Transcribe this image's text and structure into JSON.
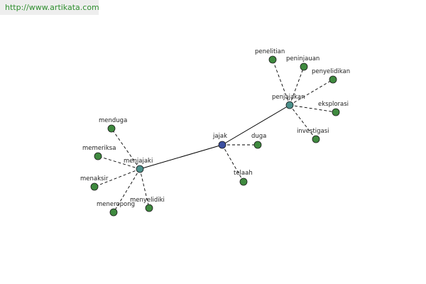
{
  "header": {
    "url": "http://www.artikata.com"
  },
  "graph": {
    "colors": {
      "root": "#3b4fa0",
      "hub": "#4a8f8a",
      "leaf": "#3f8a3f",
      "edge": "#000000",
      "url_text": "#2f8f2f"
    },
    "nodes": [
      {
        "id": "jajak",
        "label": "jajak",
        "kind": "root"
      },
      {
        "id": "menjajaki",
        "label": "menjajaki",
        "kind": "hub"
      },
      {
        "id": "penjajakan",
        "label": "penjajakan",
        "kind": "hub"
      },
      {
        "id": "duga",
        "label": "duga",
        "kind": "leaf"
      },
      {
        "id": "telaah",
        "label": "telaah",
        "kind": "leaf"
      },
      {
        "id": "menduga",
        "label": "menduga",
        "kind": "leaf"
      },
      {
        "id": "memeriksa",
        "label": "memeriksa",
        "kind": "leaf"
      },
      {
        "id": "menaksir",
        "label": "menaksir",
        "kind": "leaf"
      },
      {
        "id": "meneropong",
        "label": "meneropong",
        "kind": "leaf"
      },
      {
        "id": "menyelidiki",
        "label": "menyelidiki",
        "kind": "leaf"
      },
      {
        "id": "penelitian",
        "label": "penelitian",
        "kind": "leaf"
      },
      {
        "id": "peninjauan",
        "label": "peninjauan",
        "kind": "leaf"
      },
      {
        "id": "penyelidikan",
        "label": "penyelidikan",
        "kind": "leaf"
      },
      {
        "id": "eksplorasi",
        "label": "eksplorasi",
        "kind": "leaf"
      },
      {
        "id": "investigasi",
        "label": "investigasi",
        "kind": "leaf"
      }
    ],
    "edges": [
      {
        "from": "jajak",
        "to": "menjajaki",
        "style": "solid"
      },
      {
        "from": "jajak",
        "to": "penjajakan",
        "style": "solid"
      },
      {
        "from": "jajak",
        "to": "duga",
        "style": "dashed"
      },
      {
        "from": "jajak",
        "to": "telaah",
        "style": "dashed"
      },
      {
        "from": "menjajaki",
        "to": "menduga",
        "style": "dashed"
      },
      {
        "from": "menjajaki",
        "to": "memeriksa",
        "style": "dashed"
      },
      {
        "from": "menjajaki",
        "to": "menaksir",
        "style": "dashed"
      },
      {
        "from": "menjajaki",
        "to": "meneropong",
        "style": "dashed"
      },
      {
        "from": "menjajaki",
        "to": "menyelidiki",
        "style": "dashed"
      },
      {
        "from": "penjajakan",
        "to": "penelitian",
        "style": "dashed"
      },
      {
        "from": "penjajakan",
        "to": "peninjauan",
        "style": "dashed"
      },
      {
        "from": "penjajakan",
        "to": "penyelidikan",
        "style": "dashed"
      },
      {
        "from": "penjajakan",
        "to": "eksplorasi",
        "style": "dashed"
      },
      {
        "from": "penjajakan",
        "to": "investigasi",
        "style": "dashed"
      }
    ]
  }
}
